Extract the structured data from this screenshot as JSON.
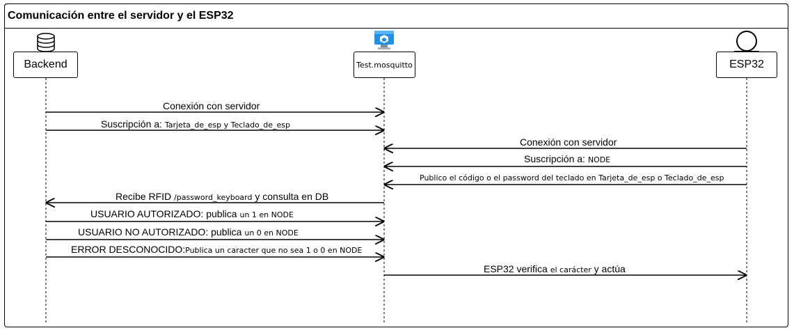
{
  "title": "Comunicación entre el servidor y el ESP32",
  "actors": {
    "backend": {
      "label": "Backend",
      "icon": "database-icon"
    },
    "mosquitto": {
      "label": "Test.mosquitto",
      "icon": "cloud-server-icon",
      "icon_color": "#1E90E6"
    },
    "esp32": {
      "label": "ESP32",
      "icon": "entity-circle-icon"
    }
  },
  "messages": [
    {
      "from": "backend",
      "to": "mosquitto",
      "text": "Conexión con servidor",
      "code": "",
      "text_after": ""
    },
    {
      "from": "backend",
      "to": "mosquitto",
      "text": "Suscripción a: ",
      "code": "Tarjeta_de_esp y Teclado_de_esp",
      "text_after": ""
    },
    {
      "from": "esp32",
      "to": "mosquitto",
      "text": "Conexión con servidor",
      "code": "",
      "text_after": ""
    },
    {
      "from": "esp32",
      "to": "mosquitto",
      "text": "Suscripción a: ",
      "code": "NODE",
      "text_after": ""
    },
    {
      "from": "esp32",
      "to": "mosquitto",
      "text": "",
      "code": "Publico el código o el password del teclado en Tarjeta_de_esp o Teclado_de_esp",
      "text_after": ""
    },
    {
      "from": "mosquitto",
      "to": "backend",
      "text": "Recibe RFID ",
      "code": "/password_keyboard",
      "text_after": " y consulta en DB"
    },
    {
      "from": "backend",
      "to": "mosquitto",
      "text": "USUARIO AUTORIZADO: publica ",
      "code": "un 1 en NODE",
      "text_after": ""
    },
    {
      "from": "backend",
      "to": "mosquitto",
      "text": "USUARIO NO AUTORIZADO: publica ",
      "code": "un 0 en NODE",
      "text_after": ""
    },
    {
      "from": "backend",
      "to": "mosquitto",
      "text": "ERROR DESCONOCIDO:",
      "code": "Publica un caracter que no sea 1 o 0 en NODE",
      "text_after": ""
    },
    {
      "from": "mosquitto",
      "to": "esp32",
      "text": "ESP32 verifica ",
      "code": "el carácter",
      "text_after": " y actúa"
    }
  ]
}
